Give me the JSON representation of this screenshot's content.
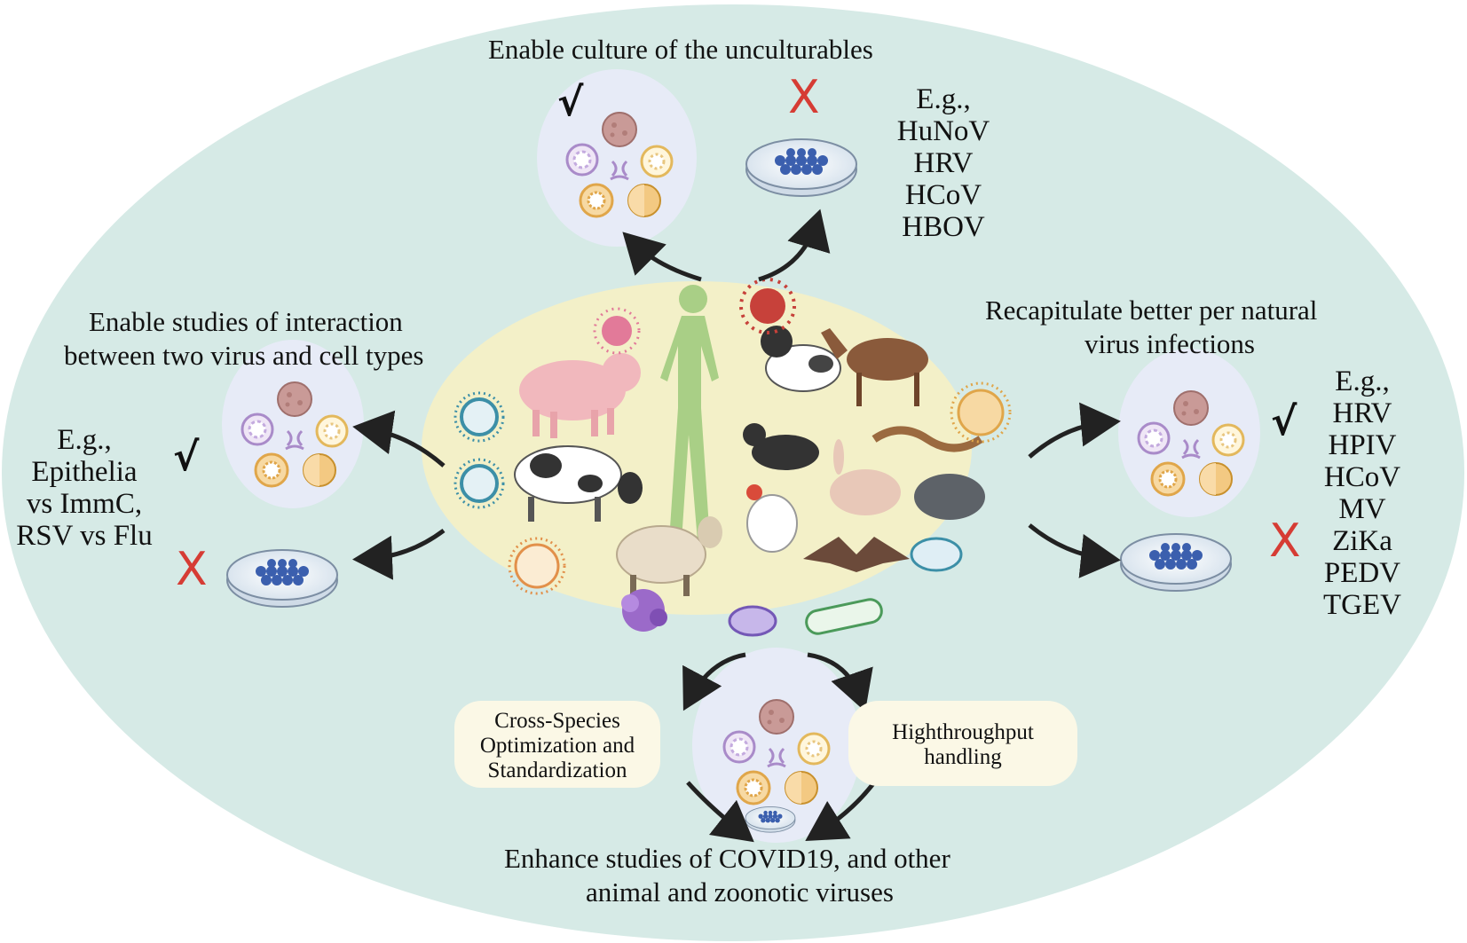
{
  "top": {
    "heading": "Enable culture of  the unculturables",
    "check": "√",
    "cross": "X",
    "examples": [
      "E.g.,",
      "HuNoV",
      "HRV",
      "HCoV",
      "HBOV"
    ]
  },
  "left": {
    "heading_lines": [
      "Enable studies of interaction",
      "between two virus and cell types"
    ],
    "check": "√",
    "cross": "X",
    "examples": [
      "E.g.,",
      "Epithelia",
      "vs ImmC,",
      "RSV vs Flu"
    ]
  },
  "right": {
    "heading_lines": [
      "Recapitulate better per natural",
      "virus infections"
    ],
    "check": "√",
    "cross": "X",
    "examples": [
      "E.g.,",
      "HRV",
      "HPIV",
      "HCoV",
      "MV",
      "ZiKa",
      "PEDV",
      "TGEV"
    ]
  },
  "bottom": {
    "box_left_lines": [
      "Cross-Species",
      "Optimization and",
      "Standardization"
    ],
    "box_right_lines": [
      "Highthroughput",
      "handling"
    ],
    "heading_lines": [
      "Enhance studies of COVID19, and other",
      "animal and zoonotic viruses"
    ]
  },
  "colors": {
    "outer_ellipse": "#d6eae6",
    "center_ellipse": "#f3f0c8",
    "bubble": "#e7ebf7",
    "text_box": "#fbf8e6",
    "cross_red": "#d63c34",
    "arrow": "#222222"
  }
}
